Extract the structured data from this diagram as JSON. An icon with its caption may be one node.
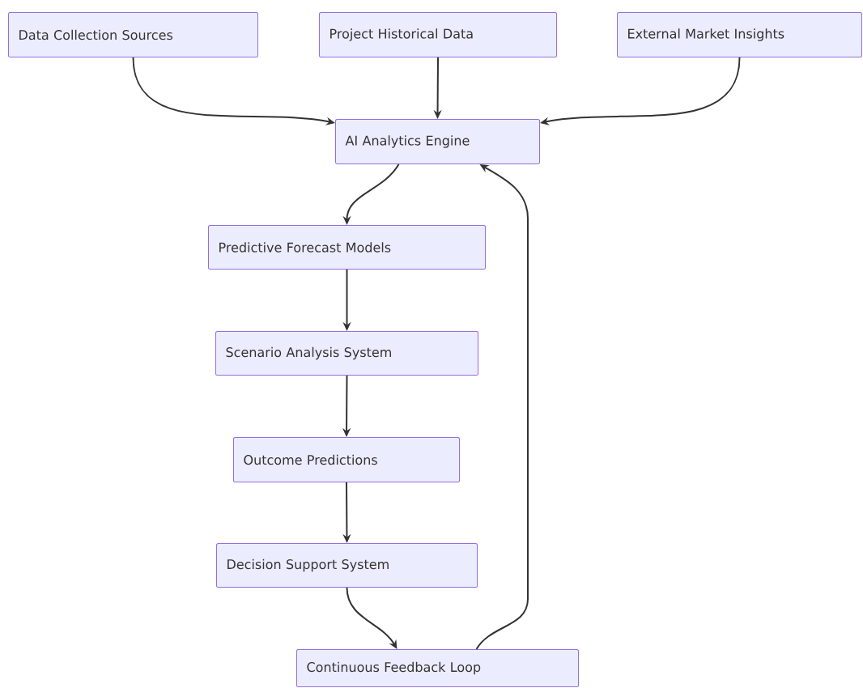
{
  "diagram": {
    "nodes": [
      {
        "text": [
          "Data Collection Sources"
        ]
      },
      {
        "text": [
          "Project Historical Data"
        ]
      },
      {
        "text": [
          "External Market Insights"
        ]
      },
      {
        "text": [
          "AI Analytics Engine"
        ]
      },
      {
        "text": [
          "Predictive Forecast Models"
        ]
      },
      {
        "text": [
          "Scenario Analysis System"
        ]
      },
      {
        "text": [
          "Outcome Predictions"
        ]
      },
      {
        "text": [
          "Decision Support System"
        ]
      },
      {
        "text": [
          "Continuous Feedback Loop"
        ]
      }
    ],
    "edges": [
      {
        "from": 0,
        "to": 3,
        "arrow": "to"
      },
      {
        "from": 1,
        "to": 3,
        "arrow": "to"
      },
      {
        "from": 2,
        "to": 3,
        "arrow": "to"
      },
      {
        "from": 3,
        "to": 4,
        "arrow": "to"
      },
      {
        "from": 4,
        "to": 5,
        "arrow": "to"
      },
      {
        "from": 5,
        "to": 6,
        "arrow": "to"
      },
      {
        "from": 6,
        "to": 7,
        "arrow": "to"
      },
      {
        "from": 7,
        "to": 8,
        "arrow": "to"
      },
      {
        "from": 8,
        "to": 3,
        "arrow": "to"
      }
    ]
  }
}
